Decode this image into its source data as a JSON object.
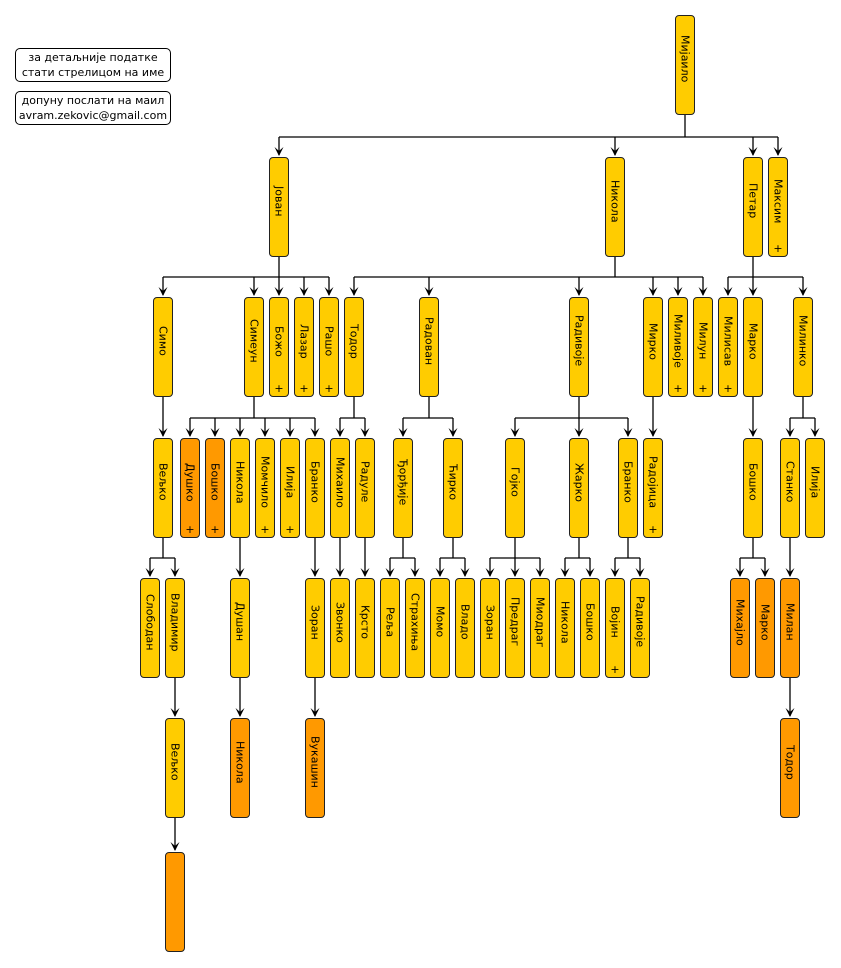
{
  "notes": {
    "hint_line1": "за детаљније податке",
    "hint_line2": "стати стрелицом на име",
    "contact_line1": "допуну послати на маил",
    "contact_line2": "avram.zekovic@gmail.com"
  },
  "colors": {
    "node": "#FFCC00",
    "highlight": "#FF9900",
    "line": "#000000"
  },
  "deceased_mark": "+",
  "nodes": [
    {
      "name": "Мијаило",
      "parent": null
    },
    {
      "name": "Јован",
      "parent": 0
    },
    {
      "name": "Никола",
      "parent": 0
    },
    {
      "name": "Петар",
      "parent": 0
    },
    {
      "name": "Максим",
      "parent": 0,
      "deceased": true
    },
    {
      "name": "Симо",
      "parent": 1
    },
    {
      "name": "Симеун",
      "parent": 1
    },
    {
      "name": "Божо",
      "parent": 1,
      "deceased": true
    },
    {
      "name": "Лазар",
      "parent": 1,
      "deceased": true
    },
    {
      "name": "Рашо",
      "parent": 1,
      "deceased": true
    },
    {
      "name": "Тодор",
      "parent": 2
    },
    {
      "name": "Радован",
      "parent": 2
    },
    {
      "name": "Радивоје",
      "parent": 2
    },
    {
      "name": "Мирко",
      "parent": 2
    },
    {
      "name": "Миливоје",
      "parent": 2,
      "deceased": true
    },
    {
      "name": "Милун",
      "parent": 2,
      "deceased": true
    },
    {
      "name": "Милисав",
      "parent": 3,
      "deceased": true
    },
    {
      "name": "Марко",
      "parent": 3
    },
    {
      "name": "Милинко",
      "parent": 3
    },
    {
      "name": "Вељко",
      "parent": 5
    },
    {
      "name": "Душко",
      "parent": 6,
      "deceased": true,
      "highlight": true
    },
    {
      "name": "Бошко",
      "parent": 6,
      "deceased": true,
      "highlight": true
    },
    {
      "name": "Никола",
      "parent": 6
    },
    {
      "name": "Момчило",
      "parent": 6,
      "deceased": true
    },
    {
      "name": "Илија",
      "parent": 6,
      "deceased": true
    },
    {
      "name": "Бранко",
      "parent": 6
    },
    {
      "name": "Михаило",
      "parent": 10
    },
    {
      "name": "Радуле",
      "parent": 10
    },
    {
      "name": "Ђорђије",
      "parent": 11
    },
    {
      "name": "Ћирко",
      "parent": 11
    },
    {
      "name": "Гојко",
      "parent": 12
    },
    {
      "name": "Жарко",
      "parent": 12
    },
    {
      "name": "Бранко",
      "parent": 12
    },
    {
      "name": "Радојица",
      "parent": 13,
      "deceased": true
    },
    {
      "name": "Бошко",
      "parent": 17
    },
    {
      "name": "Станко",
      "parent": 18
    },
    {
      "name": "Илија",
      "parent": 18
    },
    {
      "name": "Слободан",
      "parent": 19
    },
    {
      "name": "Владимир",
      "parent": 19
    },
    {
      "name": "Душан",
      "parent": 22
    },
    {
      "name": "Зоран",
      "parent": 25
    },
    {
      "name": "Звонко",
      "parent": 26
    },
    {
      "name": "Крсто",
      "parent": 27
    },
    {
      "name": "Реља",
      "parent": 28
    },
    {
      "name": "Страхиња",
      "parent": 28
    },
    {
      "name": "Момо",
      "parent": 29
    },
    {
      "name": "Владо",
      "parent": 29
    },
    {
      "name": "Зоран",
      "parent": 30
    },
    {
      "name": "Предраг",
      "parent": 30
    },
    {
      "name": "Миодраг",
      "parent": 30
    },
    {
      "name": "Никола",
      "parent": 31
    },
    {
      "name": "Бошко",
      "parent": 31
    },
    {
      "name": "Војин",
      "parent": 32,
      "deceased": true
    },
    {
      "name": "Радивоје",
      "parent": 32
    },
    {
      "name": "Михајло",
      "parent": 34,
      "highlight": true
    },
    {
      "name": "Марко",
      "parent": 34,
      "highlight": true
    },
    {
      "name": "Милан",
      "parent": 35,
      "highlight": true
    },
    {
      "name": "Вељко",
      "parent": 38
    },
    {
      "name": "Никола",
      "parent": 39,
      "highlight": true
    },
    {
      "name": "Вукашин",
      "parent": 40,
      "highlight": true
    },
    {
      "name": "Тодор",
      "parent": 56,
      "highlight": true
    },
    {
      "name": "",
      "parent": 57,
      "highlight": true
    }
  ]
}
